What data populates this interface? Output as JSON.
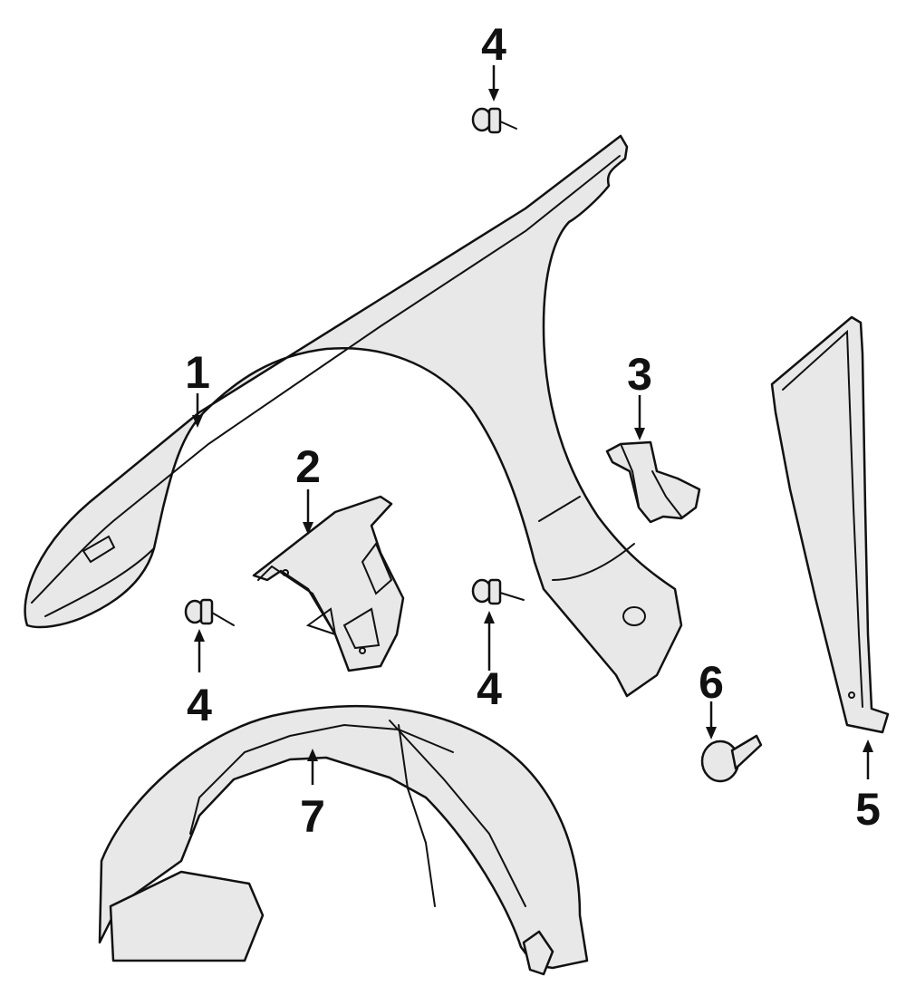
{
  "callouts": [
    {
      "id": "1",
      "label": "1",
      "part": "fender"
    },
    {
      "id": "2",
      "label": "2",
      "part": "bracket"
    },
    {
      "id": "3",
      "label": "3",
      "part": "insulator"
    },
    {
      "id": "4a",
      "label": "4",
      "part": "bolt"
    },
    {
      "id": "4b",
      "label": "4",
      "part": "bolt"
    },
    {
      "id": "4c",
      "label": "4",
      "part": "bolt"
    },
    {
      "id": "5",
      "label": "5",
      "part": "seal"
    },
    {
      "id": "6",
      "label": "6",
      "part": "retainer"
    },
    {
      "id": "7",
      "label": "7",
      "part": "fender-liner"
    }
  ]
}
